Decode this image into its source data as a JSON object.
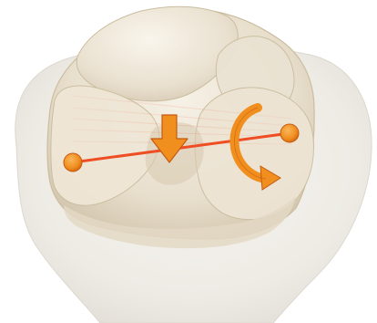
{
  "image": {
    "subject": "anatomical-illustration",
    "colors": {
      "background": "#ffffff",
      "bone_light": "#f3eee3",
      "bone_mid": "#e2d8c5",
      "bone_shadow": "#cfc2ab",
      "axis_line": "#ef4d24",
      "marker": "#f08e1e",
      "marker_outline": "#c65a12"
    },
    "elements": [
      {
        "name": "lateral-marker",
        "icon": "dot"
      },
      {
        "name": "medial-marker",
        "icon": "dot"
      },
      {
        "name": "downward-arrow",
        "icon": "arrow-down"
      },
      {
        "name": "rotation-arrow",
        "icon": "rotate-clockwise"
      },
      {
        "name": "axis-line",
        "icon": "line"
      }
    ]
  }
}
